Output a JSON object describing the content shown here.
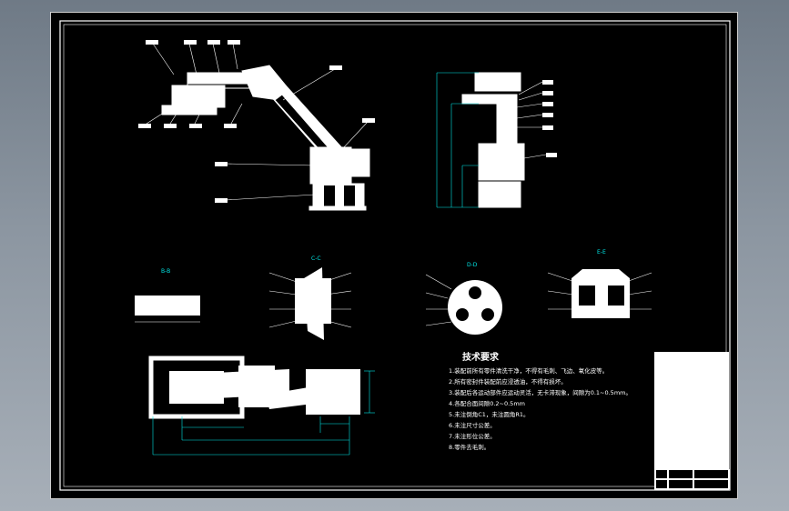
{
  "drawing": {
    "section_labels": [
      "B-B",
      "C-C",
      "D-D",
      "E-E"
    ],
    "notes": {
      "title": "技术要求",
      "lines": [
        "1.装配前所有零件清洗干净，不得有毛刺、飞边、氧化皮等。",
        "2.所有密封件装配前应浸透油，不得有损坏。",
        "3.装配后各运动部件应运动灵活，无卡滞现象，间隙为0.1~0.5mm。",
        "4.各配合面间隙0.2~0.5mm",
        "5.未注倒角C1，未注圆角R1。",
        "6.未注尺寸公差。",
        "7.未注形位公差。",
        "8.零件去毛刺。"
      ]
    },
    "colors": {
      "background": "#000000",
      "geometry": "#ffffff",
      "dimension": "#00e5e5"
    }
  }
}
